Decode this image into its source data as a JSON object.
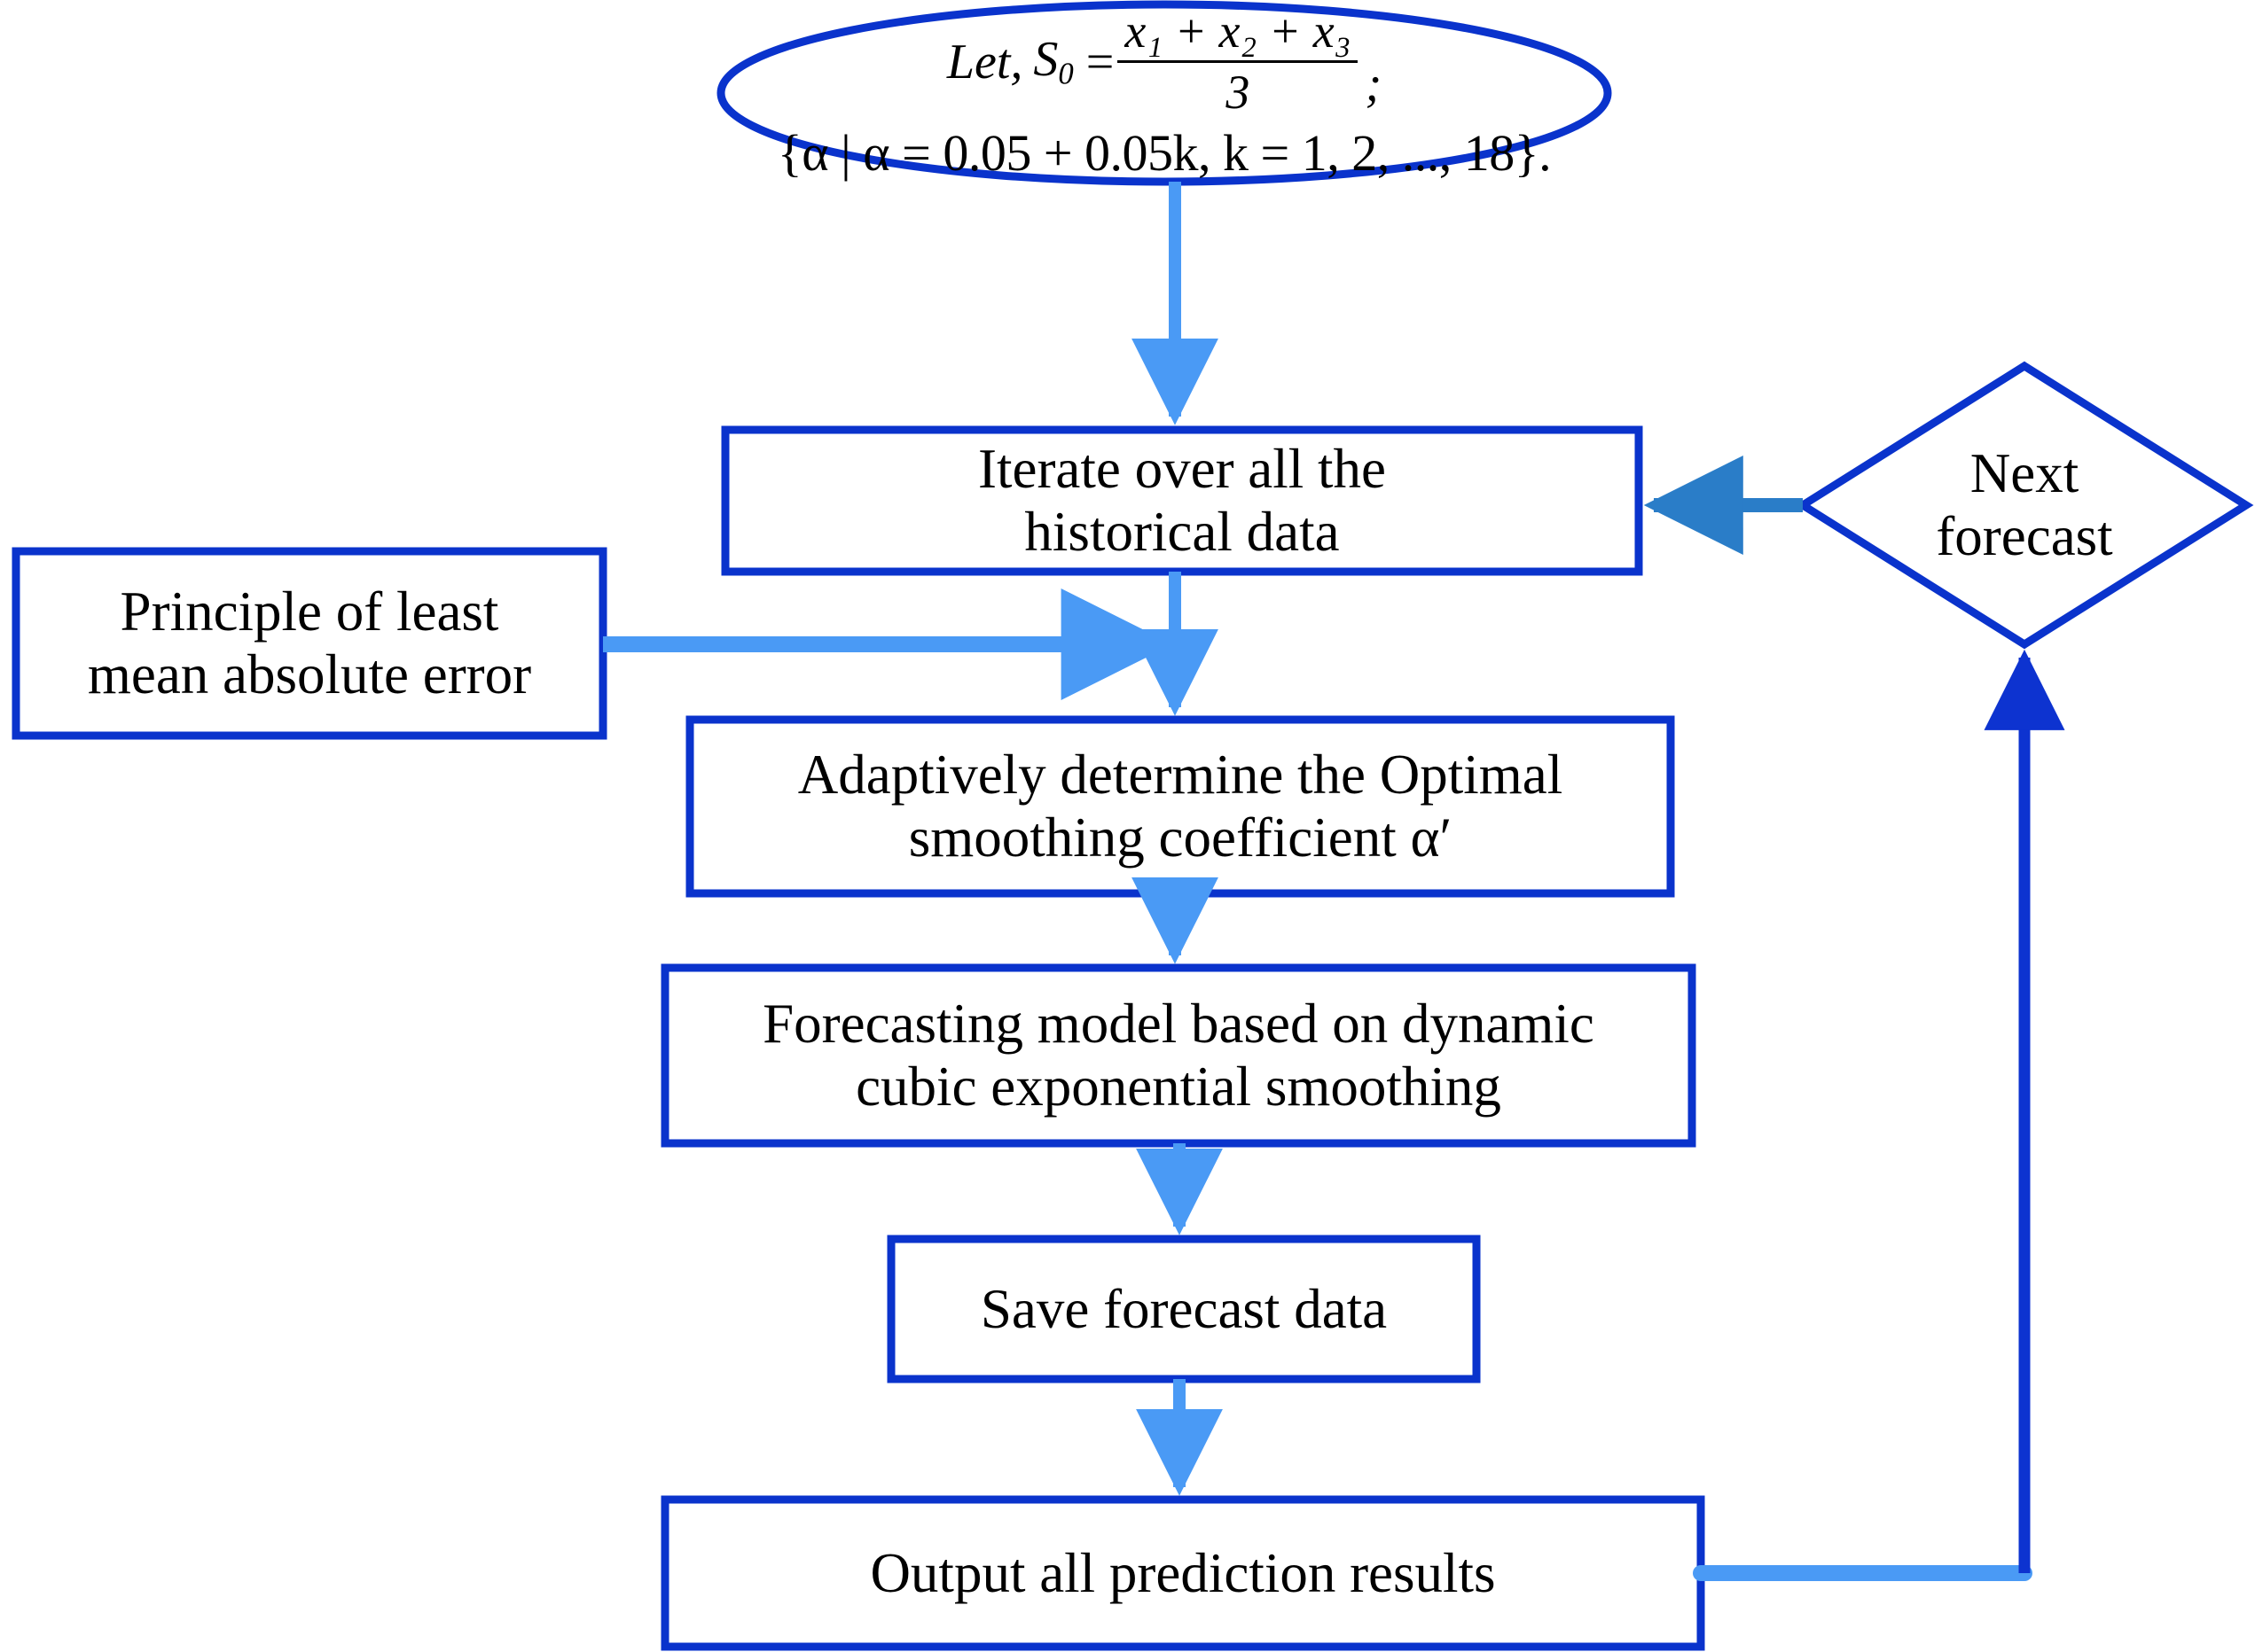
{
  "diagram": {
    "title": "Dynamic cubic exponential smoothing forecasting flowchart",
    "colors": {
      "node_border": "#0A33CC",
      "arrow_light": "#4A9AF5",
      "arrow_medium": "#2A7DC8",
      "arrow_dark": "#0D33D0",
      "node_fill": "#FFFFFF",
      "text": "#000000",
      "background": "#FFFFFF"
    },
    "nodes": {
      "start_ellipse": {
        "shape": "ellipse",
        "formula_line1_prefix": "Let,",
        "formula_line1_var": "S",
        "formula_line1_sub": "0",
        "formula_line1_eq": "=",
        "formula_numerator": "x₁ + x₂ + x₃",
        "formula_denominator": "3",
        "formula_line1_suffix": ";",
        "formula_line2": "{α | α = 0.05 + 0.05k, k = 1, 2, ..., 18}."
      },
      "iterate": {
        "shape": "rect",
        "label": "Iterate over all the\nhistorical data"
      },
      "next_forecast": {
        "shape": "diamond",
        "label": "Next\nforecast"
      },
      "principle": {
        "shape": "rect",
        "label": "Principle of least\nmean absolute error"
      },
      "adaptive": {
        "shape": "rect",
        "label": "Adaptively determine the Optimal\nsmoothing coefficient α′"
      },
      "model": {
        "shape": "rect",
        "label": "Forecasting model based on dynamic\ncubic exponential smoothing"
      },
      "save": {
        "shape": "rect",
        "label": "Save forecast data"
      },
      "output": {
        "shape": "rect",
        "label": "Output all prediction results"
      }
    },
    "edges": [
      {
        "name": "start-to-iterate",
        "from": "start_ellipse",
        "to": "iterate",
        "direction": "down"
      },
      {
        "name": "nextforecast-to-iterate",
        "from": "next_forecast",
        "to": "iterate",
        "direction": "left"
      },
      {
        "name": "principle-to-adaptive",
        "from": "principle",
        "to": "adaptive",
        "direction": "right"
      },
      {
        "name": "iterate-to-adaptive",
        "from": "iterate",
        "to": "adaptive",
        "direction": "down"
      },
      {
        "name": "adaptive-to-model",
        "from": "adaptive",
        "to": "model",
        "direction": "down"
      },
      {
        "name": "model-to-save",
        "from": "model",
        "to": "save",
        "direction": "down"
      },
      {
        "name": "save-to-output",
        "from": "save",
        "to": "output",
        "direction": "down"
      },
      {
        "name": "output-to-nextforecast",
        "from": "output",
        "to": "next_forecast",
        "direction": "right-up"
      }
    ]
  }
}
